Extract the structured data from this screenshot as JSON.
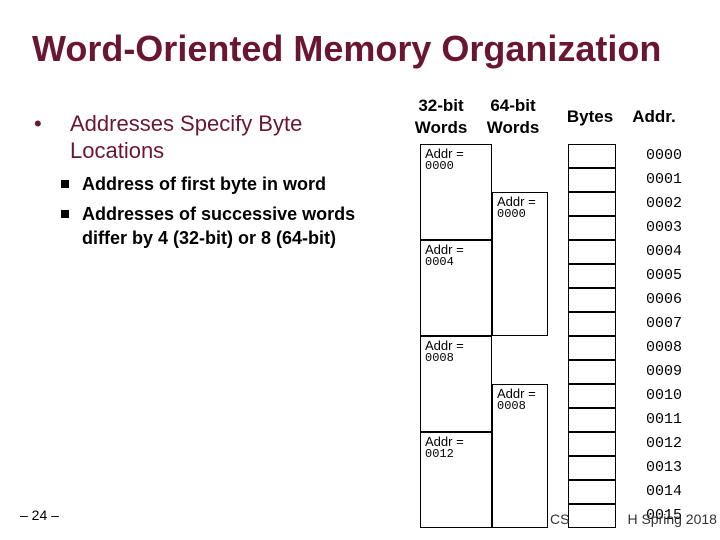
{
  "title": "Word-Oriented Memory Organization",
  "bullets": {
    "main": "Addresses Specify Byte Locations",
    "main_marker": "•",
    "sub": [
      "Address of first byte in word",
      "Addresses of successive words differ by 4 (32-bit) or 8 (64-bit)"
    ]
  },
  "columns": {
    "words32": "32-bit Words",
    "words64": "64-bit Words",
    "bytes": "Bytes",
    "addr": "Addr."
  },
  "words32": [
    {
      "label": "Addr =",
      "value": "0000"
    },
    {
      "label": "Addr =",
      "value": "0004"
    },
    {
      "label": "Addr =",
      "value": "0008"
    },
    {
      "label": "Addr =",
      "value": "0012"
    }
  ],
  "words64": [
    {
      "label": "Addr =",
      "value": "0000"
    },
    {
      "label": "Addr =",
      "value": "0008"
    }
  ],
  "byte_addresses": [
    "0000",
    "0001",
    "0002",
    "0003",
    "0004",
    "0005",
    "0006",
    "0007",
    "0008",
    "0009",
    "0010",
    "0011",
    "0012",
    "0013",
    "0014",
    "0015"
  ],
  "slide_number": "– 24 –",
  "footer": {
    "left": "CS",
    "right": "H Spring 2018"
  }
}
